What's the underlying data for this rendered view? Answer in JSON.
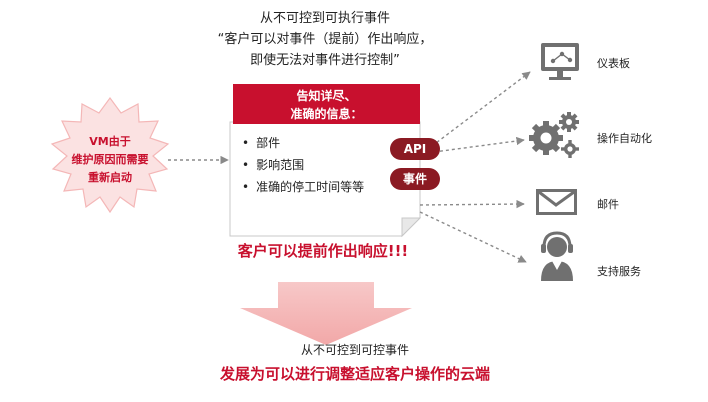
{
  "top_caption": {
    "line1": "从不可控到可执行事件",
    "line2": "“客户可以对事件（提前）作出响应，",
    "line3": "即使无法对事件进行控制”"
  },
  "source_event": {
    "line1": "VM由于",
    "line2": "维护原因而需要",
    "line3": "重新启动"
  },
  "notice": {
    "header_line1": "告知详尽、",
    "header_line2": "准确的信息：",
    "items": [
      "部件",
      "影响范围",
      "准确的停工时间等等"
    ]
  },
  "channels": {
    "api": "API",
    "event": "事件"
  },
  "response_text": "客户可以提前作出响应!!!",
  "targets": [
    {
      "label": "仪表板",
      "icon": "dashboard-monitor-icon"
    },
    {
      "label": "操作自动化",
      "icon": "gears-icon"
    },
    {
      "label": "邮件",
      "icon": "envelope-icon"
    },
    {
      "label": "支持服务",
      "icon": "support-headset-icon"
    }
  ],
  "bottom": {
    "caption1": "从不可控到可控事件",
    "caption2": "发展为可以进行调整适应客户操作的云端"
  },
  "colors": {
    "accent_red": "#c8102e",
    "pill_dark_red": "#8b1a23",
    "icon_gray": "#707070",
    "arrow_pink": "#f3b6b6"
  }
}
